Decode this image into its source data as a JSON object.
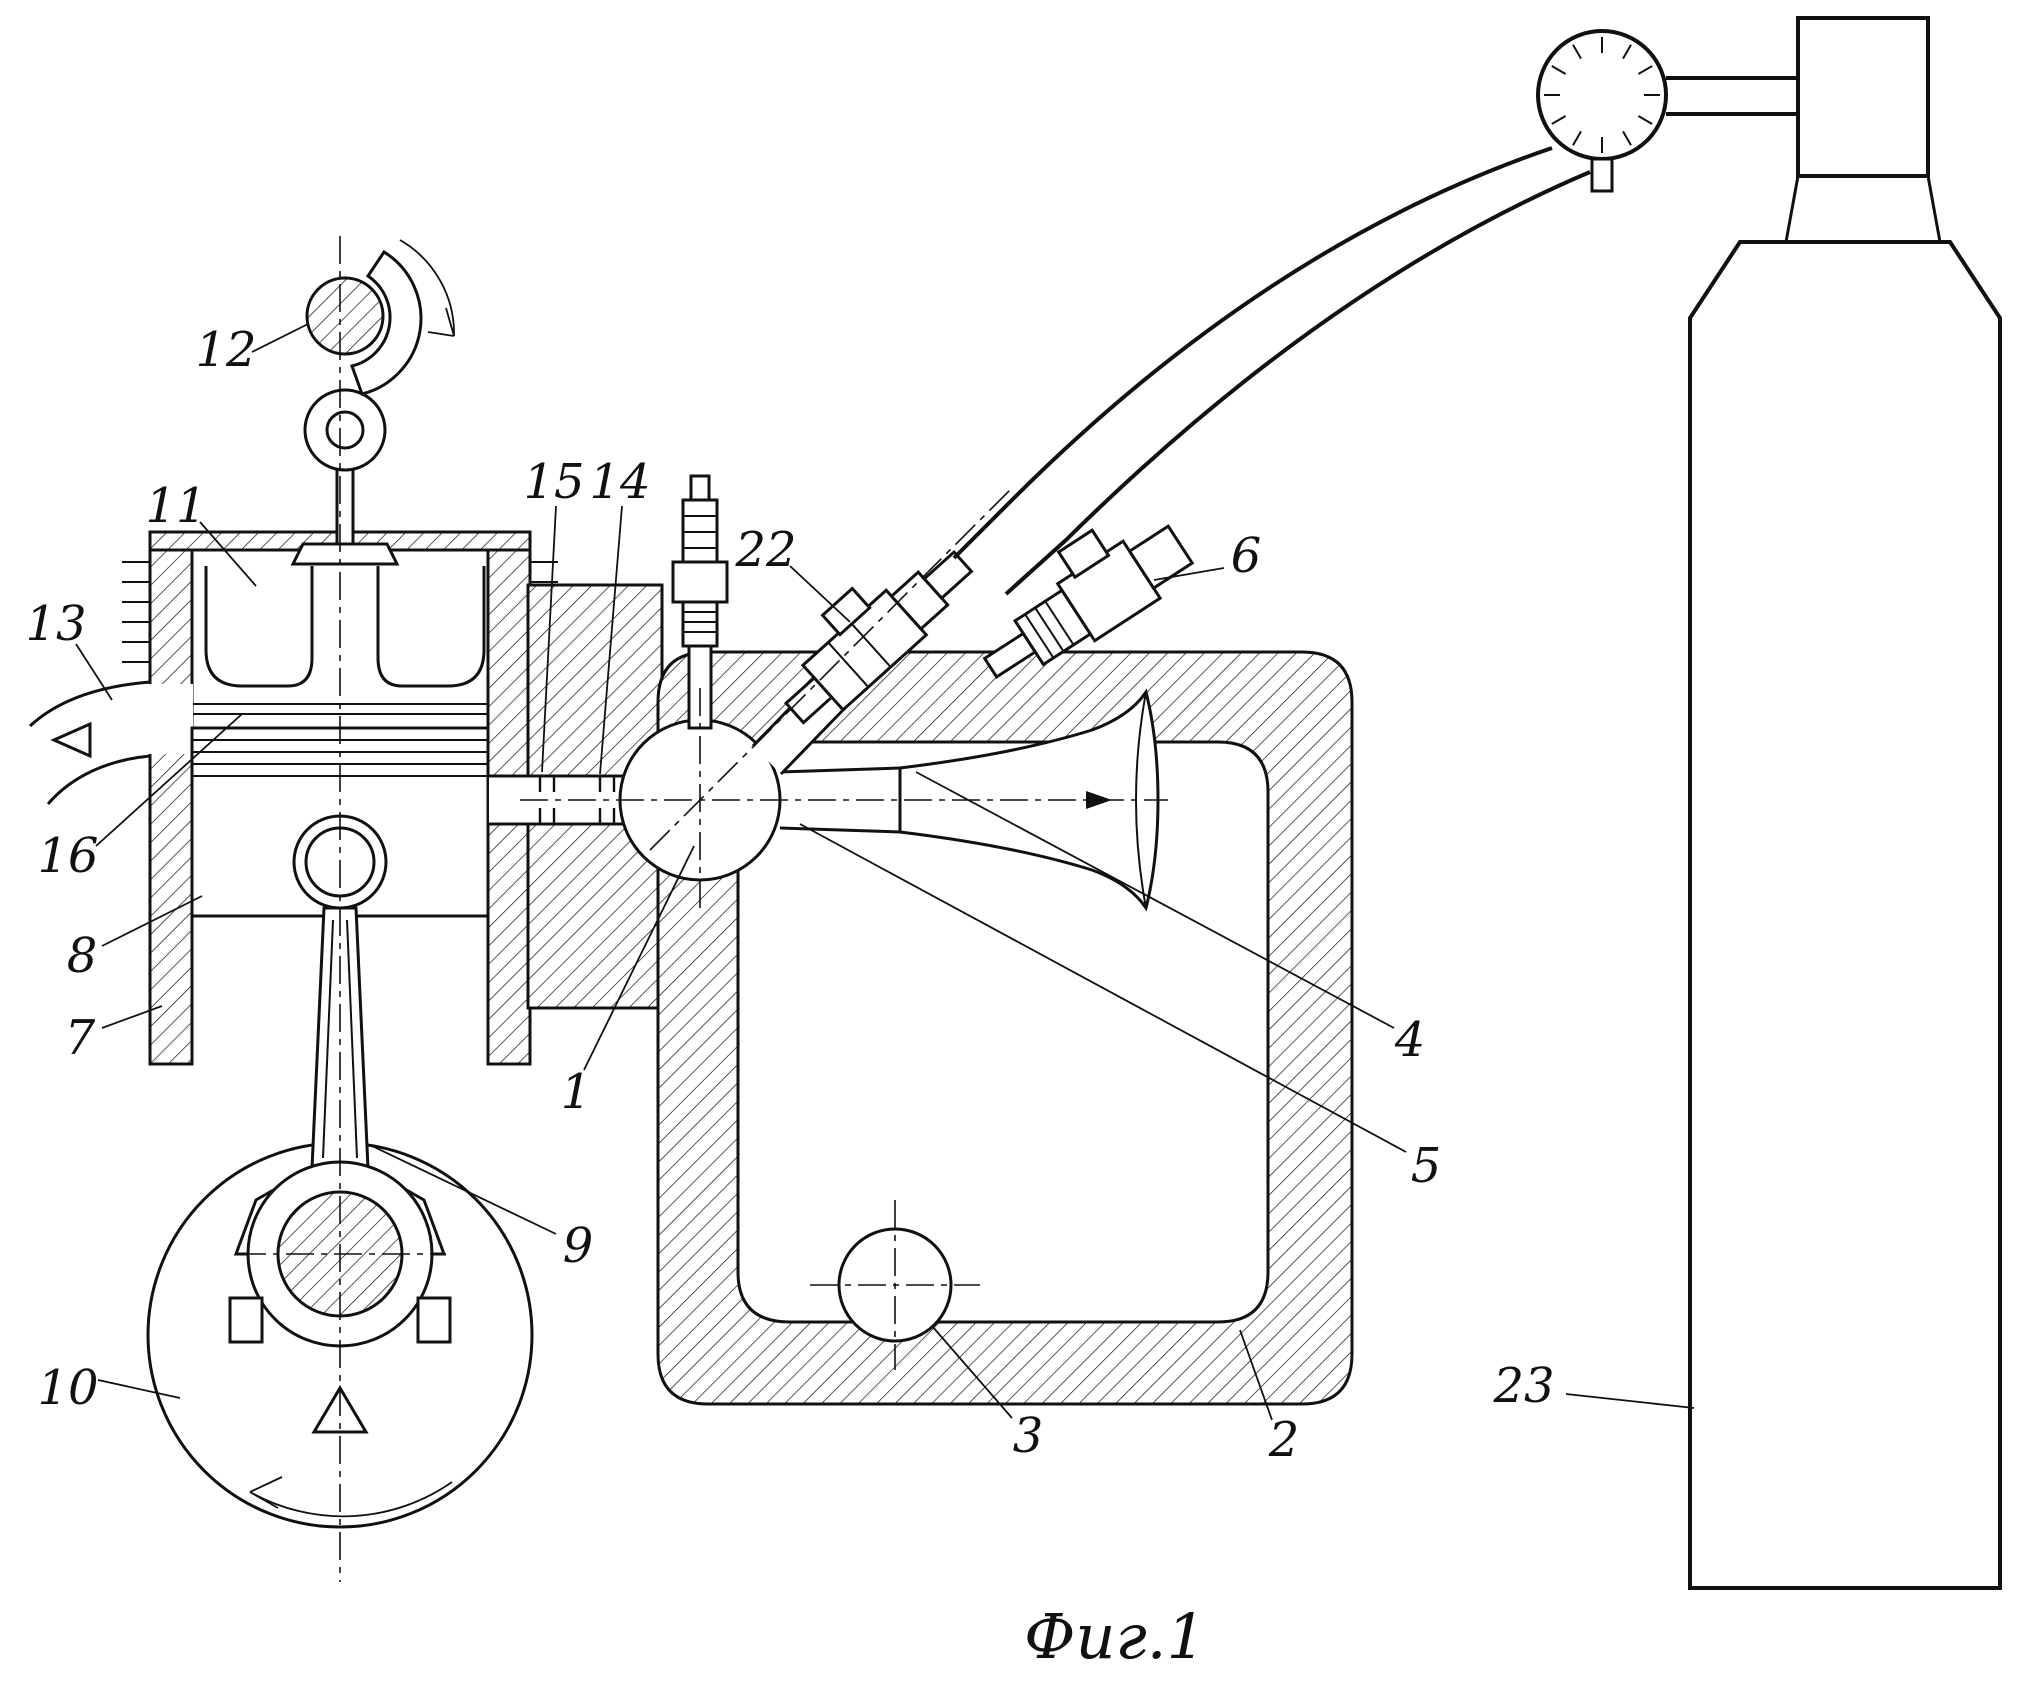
{
  "figure": {
    "caption": "Фиг.1"
  },
  "labels": {
    "n1": "1",
    "n2": "2",
    "n3": "3",
    "n4": "4",
    "n5": "5",
    "n6": "6",
    "n7": "7",
    "n8": "8",
    "n9": "9",
    "n10": "10",
    "n11": "11",
    "n12": "12",
    "n13": "13",
    "n14": "14",
    "n15": "15",
    "n16": "16",
    "n22": "22",
    "n23": "23"
  }
}
